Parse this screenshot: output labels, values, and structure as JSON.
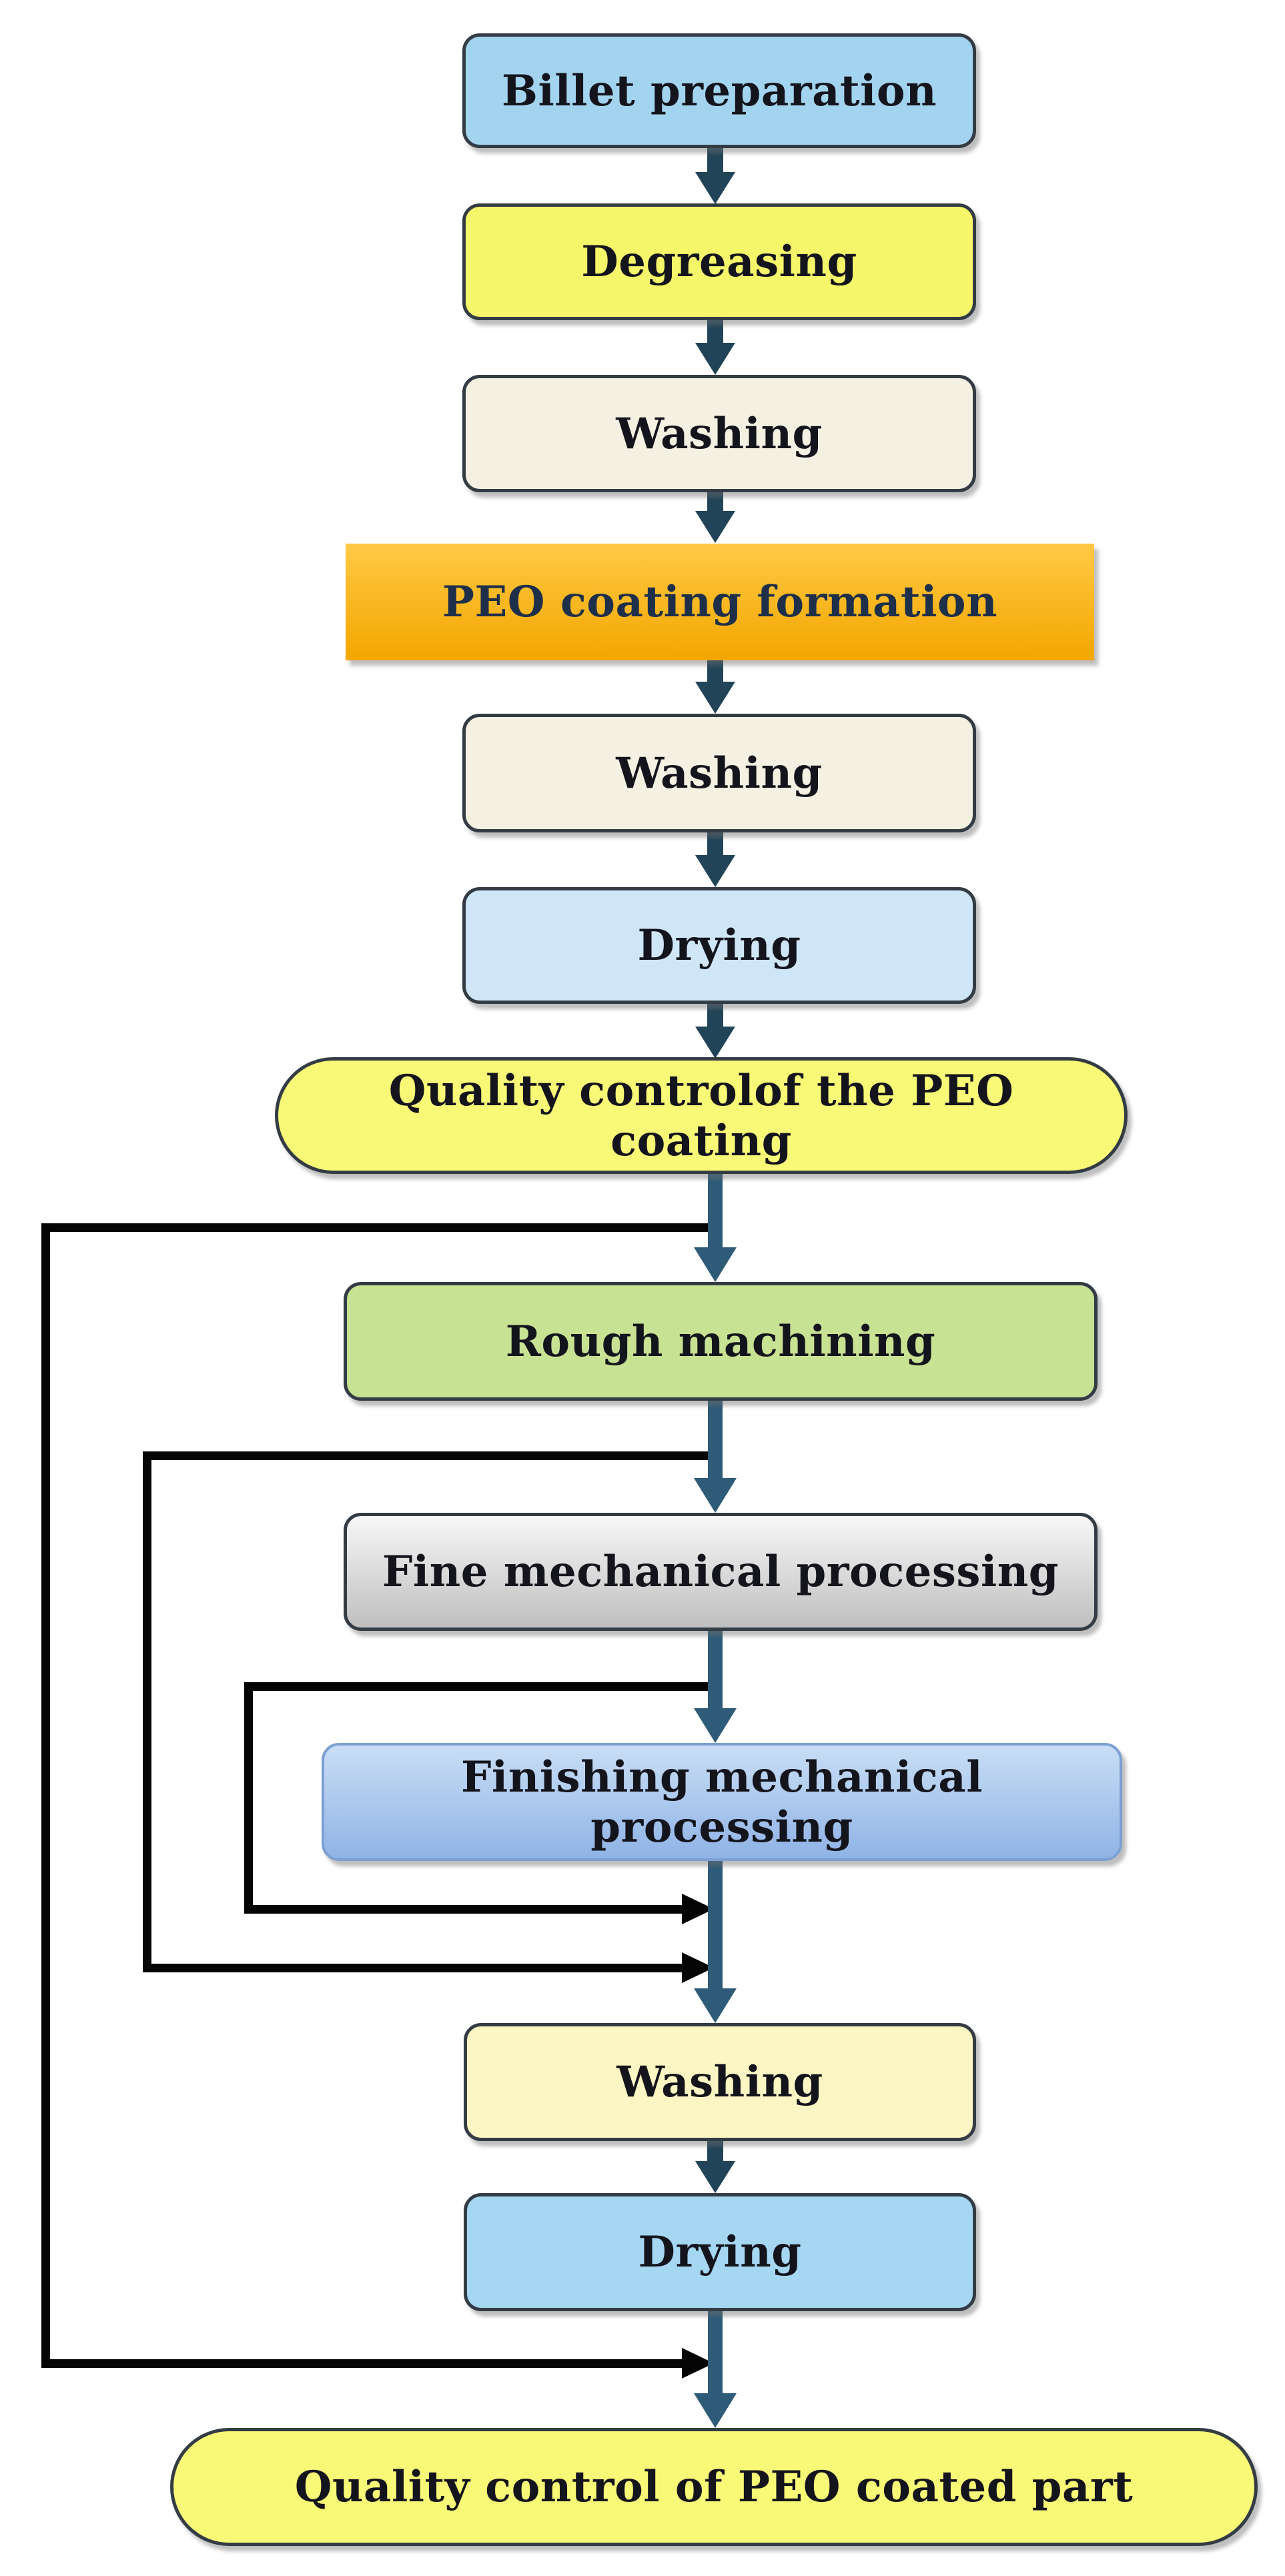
{
  "figure": {
    "title": "PEO coating process flowchart",
    "background": "#ffffff"
  },
  "palette": {
    "node_border_dark": "#333C44",
    "finishing_border_blue": "#7DA0D2",
    "short_arrow_blue": "#214458",
    "long_arrow_blue": "#2D5B78",
    "loop_line_black": "#050505",
    "text_black": "#14141c",
    "peo_text_navy": "#1E2F49"
  },
  "nodes": [
    {
      "id": "billet-preparation",
      "label": "Billet preparation",
      "shape": "rounded-rect",
      "fill": "#A3D4EF"
    },
    {
      "id": "degreasing",
      "label": "Degreasing",
      "shape": "rounded-rect",
      "fill": "#F6F66B"
    },
    {
      "id": "washing-1",
      "label": "Washing",
      "shape": "rounded-rect",
      "fill": "#F4F1E3"
    },
    {
      "id": "peo-coating-formation",
      "label": "PEO coating formation",
      "shape": "rect",
      "fill": "#FFC945",
      "fill2": "#F3A600",
      "text": "#1E2F49"
    },
    {
      "id": "washing-2",
      "label": "Washing",
      "shape": "rounded-rect",
      "fill": "#F4F1E3"
    },
    {
      "id": "drying-1",
      "label": "Drying",
      "shape": "rounded-rect",
      "fill": "#CFE6F8"
    },
    {
      "id": "quality-control-of-the-peo-coating",
      "label": "Quality controlof the PEO coating",
      "shape": "stadium",
      "fill": "#F9F978"
    },
    {
      "id": "rough-machining",
      "label": "Rough machining",
      "shape": "rounded-rect",
      "fill": "#C8E294"
    },
    {
      "id": "fine-mechanical-processing",
      "label": "Fine mechanical processing",
      "shape": "rounded-rect",
      "fill": "#F7F7F7",
      "fill2": "#BFBFBF"
    },
    {
      "id": "finishing-mechanical-processing",
      "label": "Finishing mechanical processing",
      "shape": "rounded-rect",
      "fill": "#C9DEF5",
      "fill2": "#8FB3E6"
    },
    {
      "id": "washing-3",
      "label": "Washing",
      "shape": "rounded-rect",
      "fill": "#FBF6C3"
    },
    {
      "id": "drying-2",
      "label": "Drying",
      "shape": "rounded-rect",
      "fill": "#A6D7F2"
    },
    {
      "id": "quality-control-of-peo-coated-part",
      "label": "Quality control of PEO coated part",
      "shape": "stadium",
      "fill": "#F9F978"
    }
  ],
  "edges": [
    {
      "from": "billet-preparation",
      "to": "degreasing",
      "style": "blue-arrow"
    },
    {
      "from": "degreasing",
      "to": "washing-1",
      "style": "blue-arrow"
    },
    {
      "from": "washing-1",
      "to": "peo-coating-formation",
      "style": "blue-arrow"
    },
    {
      "from": "peo-coating-formation",
      "to": "washing-2",
      "style": "blue-arrow"
    },
    {
      "from": "washing-2",
      "to": "drying-1",
      "style": "blue-arrow"
    },
    {
      "from": "drying-1",
      "to": "quality-control-of-the-peo-coating",
      "style": "blue-arrow"
    },
    {
      "from": "quality-control-of-the-peo-coating",
      "to": "rough-machining",
      "style": "blue-arrow"
    },
    {
      "from": "rough-machining",
      "to": "fine-mechanical-processing",
      "style": "blue-arrow"
    },
    {
      "from": "fine-mechanical-processing",
      "to": "finishing-mechanical-processing",
      "style": "blue-arrow"
    },
    {
      "from": "finishing-mechanical-processing",
      "to": "washing-3",
      "style": "blue-arrow"
    },
    {
      "from": "washing-3",
      "to": "drying-2",
      "style": "blue-arrow"
    },
    {
      "from": "drying-2",
      "to": "quality-control-of-peo-coated-part",
      "style": "blue-arrow"
    }
  ],
  "feedback_loops": [
    {
      "branch_after": "quality-control-of-the-peo-coating",
      "rejoin_before": "quality-control-of-peo-coated-part",
      "side": "left",
      "style": "black-line"
    },
    {
      "branch_after": "rough-machining",
      "rejoin_before": "washing-3",
      "side": "left",
      "style": "black-line"
    },
    {
      "branch_after": "fine-mechanical-processing",
      "rejoin_after": "finishing-mechanical-processing",
      "side": "left",
      "style": "black-line"
    }
  ]
}
